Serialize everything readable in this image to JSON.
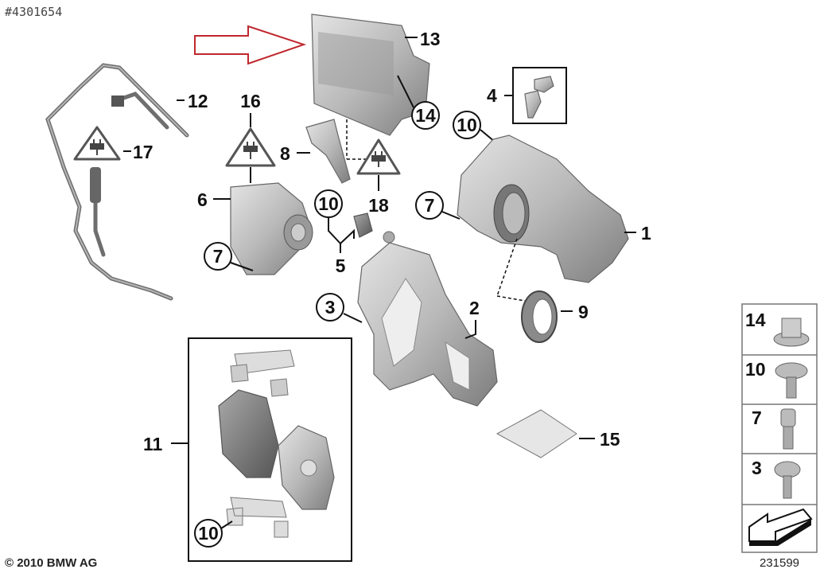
{
  "header": {
    "reference_id": "#4301654"
  },
  "footer": {
    "copyright": "© 2010 BMW AG",
    "diagram_number": "231599"
  },
  "callouts": {
    "c1": "1",
    "c2": "2",
    "c3": "3",
    "c4": "4",
    "c5": "5",
    "c6": "6",
    "c7a": "7",
    "c7b": "7",
    "c8": "8",
    "c9": "9",
    "c10a": "10",
    "c10b": "10",
    "c10c": "10",
    "c11": "11",
    "c12": "12",
    "c13": "13",
    "c14": "14",
    "c15": "15",
    "c16": "16",
    "c17": "17",
    "c18": "18"
  },
  "fastener_legend": [
    {
      "label": "14"
    },
    {
      "label": "10"
    },
    {
      "label": "7"
    },
    {
      "label": "3"
    }
  ],
  "colors": {
    "highlight_arrow": "#c0272d"
  }
}
